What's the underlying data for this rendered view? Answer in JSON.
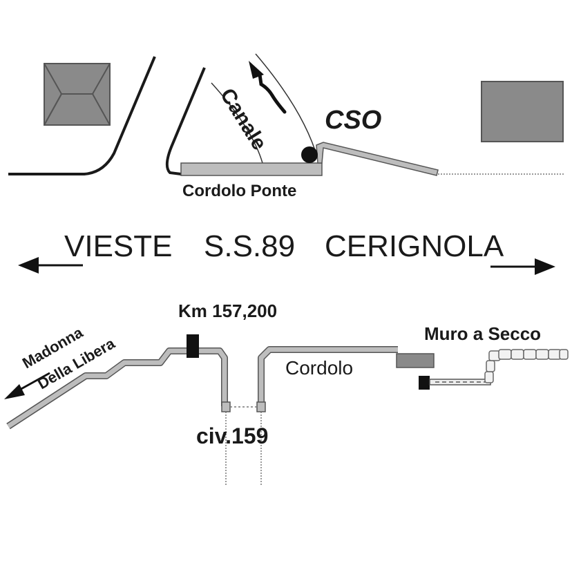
{
  "labels": {
    "canale": "Canale",
    "cso": "CSO",
    "cordolo_ponte": "Cordolo Ponte",
    "vieste": "VIESTE",
    "ss89": "S.S.89",
    "cerignola": "CERIGNOLA",
    "madonna": "Madonna",
    "della_libera": "Della Libera",
    "km": "Km 157,200",
    "muro_a_secco": "Muro a Secco",
    "cordolo": "Cordolo",
    "civ": "civ.159"
  },
  "colors": {
    "line": "#1a1a1a",
    "fill": "#8a8a8a",
    "kerb_fill": "#bdbdbd",
    "outline": "#555555",
    "marker": "#111111"
  }
}
